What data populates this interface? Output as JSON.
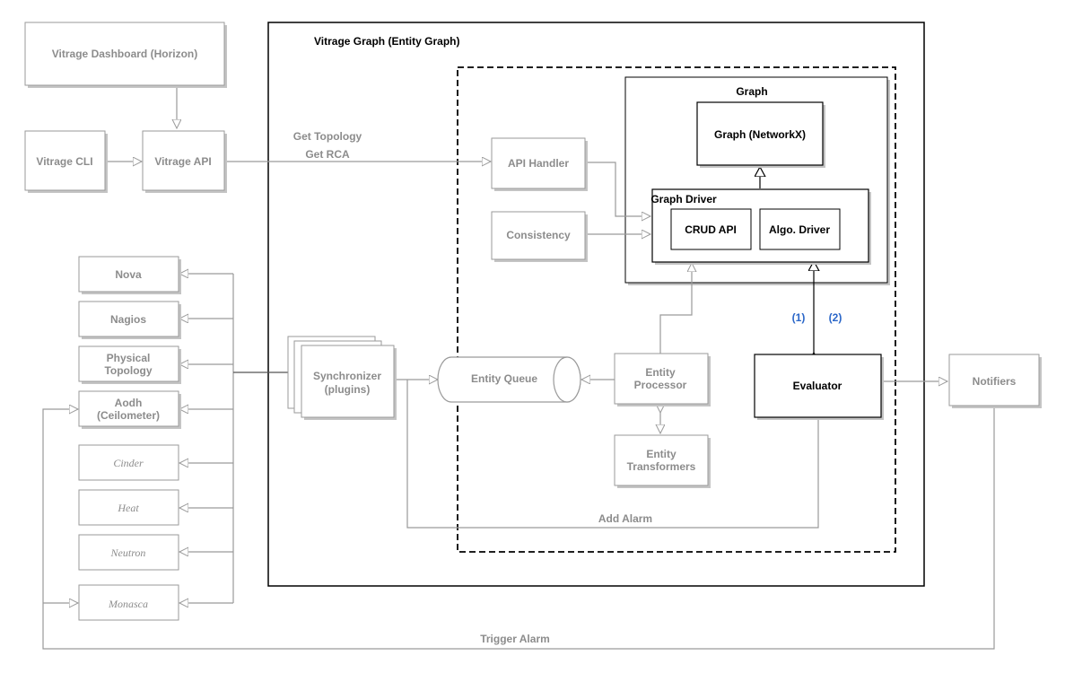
{
  "labels": {
    "dashboard": "Vitrage Dashboard (Horizon)",
    "cli": "Vitrage CLI",
    "api": "Vitrage API",
    "entity_graph": "Vitrage Graph (Entity Graph)",
    "get_topology": "Get Topology",
    "get_rca": "Get RCA",
    "api_handler": "API Handler",
    "consistency": "Consistency",
    "graph": "Graph",
    "graph_networkx": "Graph (NetworkX)",
    "graph_driver": "Graph Driver",
    "crud_api": "CRUD API",
    "algo_driver": "Algo. Driver",
    "nova": "Nova",
    "nagios": "Nagios",
    "physical_topology": [
      "Physical",
      "Topology"
    ],
    "aodh": [
      "Aodh",
      "(Ceilometer)"
    ],
    "cinder": "Cinder",
    "heat": "Heat",
    "neutron": "Neutron",
    "monasca": "Monasca",
    "synchronizer": [
      "Synchronizer",
      "(plugins)"
    ],
    "entity_queue": "Entity Queue",
    "entity_processor": [
      "Entity",
      "Processor"
    ],
    "entity_transformers": [
      "Entity",
      "Transformers"
    ],
    "evaluator": "Evaluator",
    "notifiers": "Notifiers",
    "step1": "(1)",
    "step2": "(2)",
    "add_alarm": "Add Alarm",
    "trigger_alarm": "Trigger Alarm"
  },
  "colors": {
    "grey_text": "#8c8c8c",
    "grey_line": "#9a9a9a",
    "shadow": "#c4c4c4",
    "black": "#000000",
    "blue": "#2a66c8"
  }
}
